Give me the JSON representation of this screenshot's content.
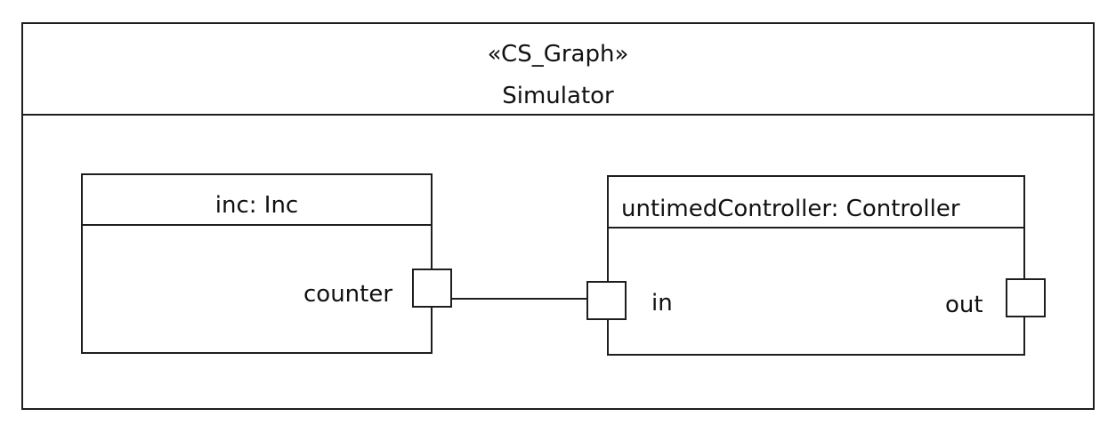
{
  "diagram": {
    "outer": {
      "stereotype": "«CS_Graph»",
      "name": "Simulator"
    },
    "parts": {
      "inc": {
        "title": "inc: Inc",
        "ports": {
          "counter": "counter"
        }
      },
      "controller": {
        "title": "untimedController: Controller",
        "ports": {
          "in": "in",
          "out": "out"
        }
      }
    }
  }
}
